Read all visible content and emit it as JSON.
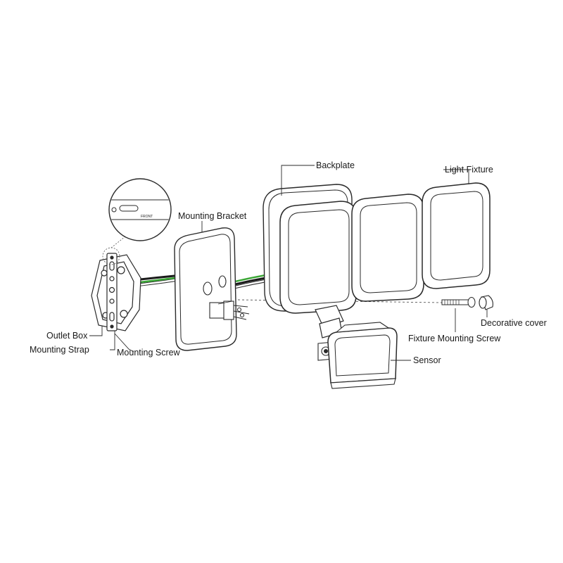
{
  "labels": {
    "backplate": "Backplate",
    "light_fixture": "Light Fixture",
    "mounting_bracket": "Mounting Bracket",
    "outlet_box": "Outlet Box",
    "mounting_strap": "Mounting Strap",
    "mounting_screw": "Mounting Screw",
    "fixture_mounting_screw": "Fixture Mounting Screw",
    "decorative_cover": "Decorative cover",
    "sensor": "Sensor",
    "front_marking": "FRONT"
  },
  "colors": {
    "line": "#2a2a2a",
    "wire_green": "#3aa635",
    "wire_black": "#1a1a1a",
    "wire_white": "#ffffff"
  }
}
